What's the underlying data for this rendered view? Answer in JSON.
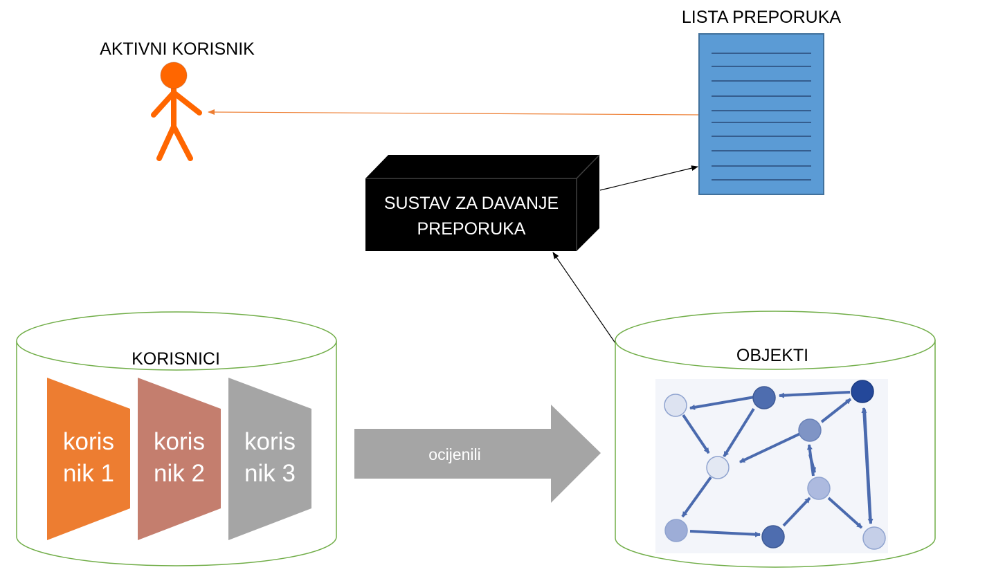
{
  "active_user": {
    "label": "AKTIVNI KORISNIK",
    "color": "#FF6600"
  },
  "recommendation_list": {
    "label": "LISTA PREPORUKA",
    "color": "#5B9BD5"
  },
  "recommender_system": {
    "line1": "SUSTAV ZA DAVANJE",
    "line2": "PREPORUKA"
  },
  "users_db": {
    "label": "KORISNICI",
    "users": [
      {
        "line1": "koris",
        "line2": "nik 1",
        "color": "#ED7D31"
      },
      {
        "line1": "koris",
        "line2": "nik 2",
        "color": "#C47E6E"
      },
      {
        "line1": "koris",
        "line2": "nik 3",
        "color": "#A5A5A5"
      }
    ]
  },
  "rated_arrow": {
    "label": "ocijenili",
    "color": "#A5A5A5"
  },
  "objects_db": {
    "label": "OBJEKTI",
    "graph_color": "#4A6AAE"
  }
}
